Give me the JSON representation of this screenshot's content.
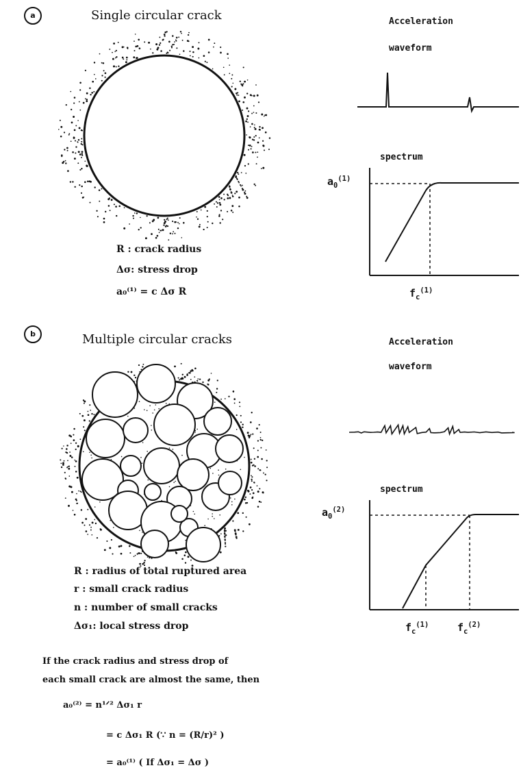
{
  "panel_a": {
    "badge": "a",
    "title": "Single circular crack",
    "waveform_label_1": "Acceleration",
    "waveform_label_2": "waveform",
    "spectrum_label": "spectrum",
    "y_marker": "a",
    "y_marker_sub": "0",
    "y_marker_sup": "(1)",
    "x_marker": "f",
    "x_marker_sub": "c",
    "x_marker_sup": "(1)",
    "legend_line_1": "R : crack radius",
    "legend_line_2": "Δσ: stress drop",
    "formula": "a₀⁽¹⁾ = c Δσ R"
  },
  "panel_b": {
    "badge": "b",
    "title": "Multiple circular cracks",
    "waveform_label_1": "Acceleration",
    "waveform_label_2": "waveform",
    "spectrum_label": "spectrum",
    "y_marker": "a",
    "y_marker_sub": "0",
    "y_marker_sup": "(2)",
    "x_marker_1": "f",
    "x_marker_1_sub": "c",
    "x_marker_1_sup": "(1)",
    "x_marker_2": "f",
    "x_marker_2_sub": "c",
    "x_marker_2_sup": "(2)",
    "legend_line_1": "R : radius of total ruptured area",
    "legend_line_2": "r  : small crack radius",
    "legend_line_3": "n : number of small cracks",
    "legend_line_4": "Δσ₁: local stress drop"
  },
  "derivation": {
    "intro_1": "If the crack radius and stress drop of",
    "intro_2": "each small crack are almost the same, then",
    "eq_1": "a₀⁽²⁾ = n¹ᐟ² Δσ₁ r",
    "eq_2": "= c Δσ₁ R  (∵ n = (R/r)² )",
    "eq_3": "= a₀⁽¹⁾      ( If Δσ₁ = Δσ )"
  },
  "colors": {
    "ink": "#111111",
    "paper": "#ffffff"
  }
}
